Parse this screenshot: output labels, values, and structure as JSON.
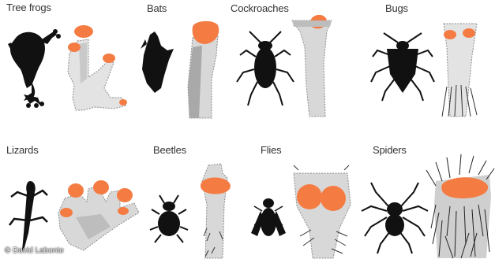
{
  "figure": {
    "panels": [
      {
        "label": "Tree frogs",
        "animal_icon": "frog-icon",
        "detail_icon": "frog-toe-pads-icon"
      },
      {
        "label": "Bats",
        "animal_icon": "bat-icon",
        "detail_icon": "bat-thumb-pad-icon"
      },
      {
        "label": "Cockroaches",
        "animal_icon": "cockroach-icon",
        "detail_icon": "cockroach-leg-pad-icon"
      },
      {
        "label": "Bugs",
        "animal_icon": "bug-icon",
        "detail_icon": "bug-leg-pad-icon"
      },
      {
        "label": "Lizards",
        "animal_icon": "lizard-icon",
        "detail_icon": "gecko-foot-icon"
      },
      {
        "label": "Beetles",
        "animal_icon": "beetle-icon",
        "detail_icon": "beetle-leg-pad-icon"
      },
      {
        "label": "Flies",
        "animal_icon": "fly-icon",
        "detail_icon": "fly-foot-pads-icon"
      },
      {
        "label": "Spiders",
        "animal_icon": "spider-icon",
        "detail_icon": "spider-hairy-foot-icon"
      }
    ],
    "credit": "© David Labonte",
    "colors": {
      "silhouette": "#111111",
      "pad": "#f47c43",
      "limb": "#d8d8d8",
      "limb_dark": "#a9a9a9",
      "outline": "#8c8c8c"
    }
  }
}
